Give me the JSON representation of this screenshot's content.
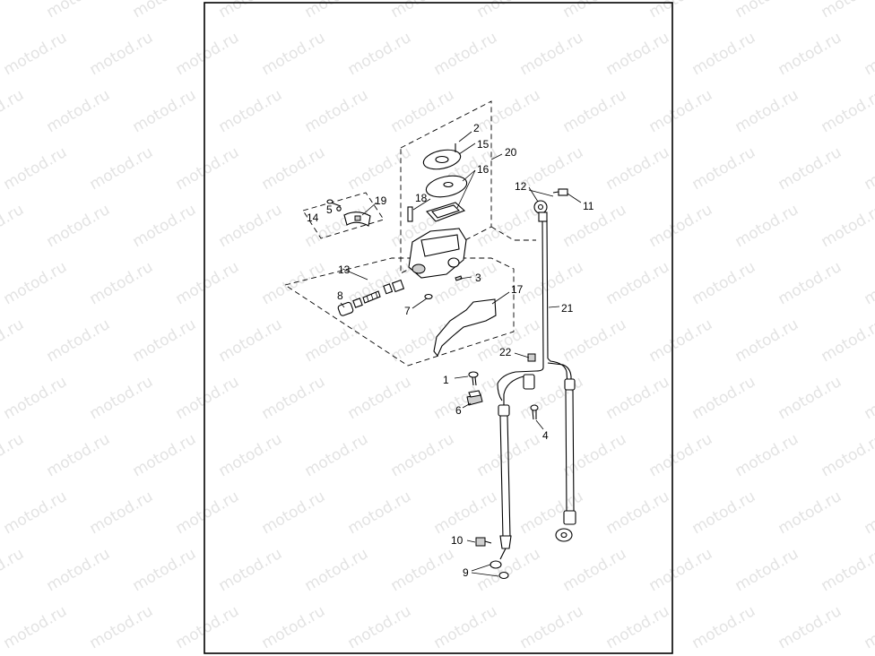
{
  "watermark": {
    "text": "motod.ru"
  },
  "callouts": [
    {
      "id": "c1",
      "label": "1"
    },
    {
      "id": "c2",
      "label": "2"
    },
    {
      "id": "c3",
      "label": "3"
    },
    {
      "id": "c4",
      "label": "4"
    },
    {
      "id": "c5",
      "label": "5"
    },
    {
      "id": "c6",
      "label": "6"
    },
    {
      "id": "c7",
      "label": "7"
    },
    {
      "id": "c8",
      "label": "8"
    },
    {
      "id": "c9",
      "label": "9"
    },
    {
      "id": "c10",
      "label": "10"
    },
    {
      "id": "c11",
      "label": "11"
    },
    {
      "id": "c12",
      "label": "12"
    },
    {
      "id": "c13",
      "label": "13"
    },
    {
      "id": "c14",
      "label": "14"
    },
    {
      "id": "c15",
      "label": "15"
    },
    {
      "id": "c16",
      "label": "16"
    },
    {
      "id": "c17",
      "label": "17"
    },
    {
      "id": "c18",
      "label": "18"
    },
    {
      "id": "c19",
      "label": "19"
    },
    {
      "id": "c20",
      "label": "20"
    },
    {
      "id": "c21",
      "label": "21"
    },
    {
      "id": "c22",
      "label": "22"
    }
  ]
}
